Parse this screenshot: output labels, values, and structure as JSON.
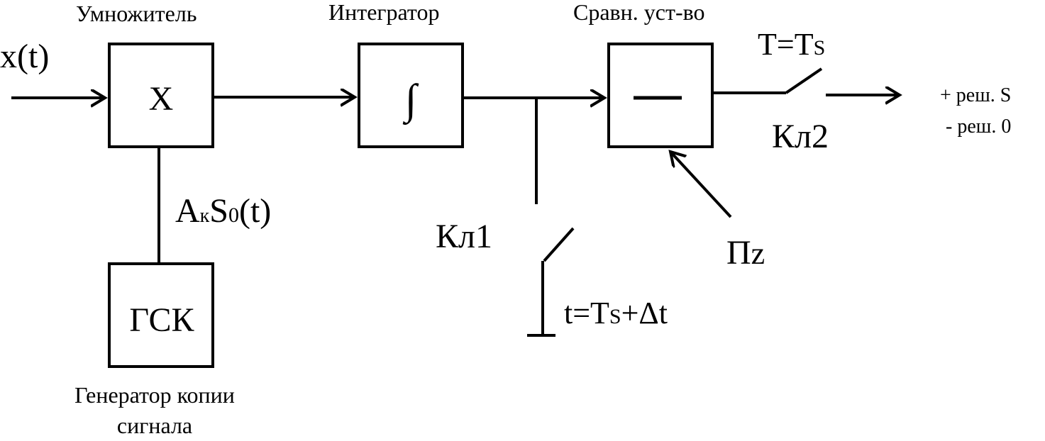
{
  "blocks": {
    "multiplier": {
      "title": "Умножитель",
      "symbol": "X"
    },
    "integrator": {
      "title": "Интегратор",
      "symbol": "∫"
    },
    "comparator": {
      "title": "Сравн. уст-во",
      "symbol": "—"
    },
    "generator": {
      "symbol": "ГСК",
      "caption_line1": "Генератор копии",
      "caption_line2": "сигнала"
    }
  },
  "signals": {
    "input": "x(t)",
    "reference": {
      "a": "A",
      "a_sub": "к",
      "s": "S",
      "s_sub": "0",
      "tail": "(t)"
    },
    "threshold": {
      "main": "П",
      "sub": "z"
    }
  },
  "switches": {
    "kl1": {
      "label": "Кл1",
      "cond_pre": "t=T",
      "cond_sub": "S",
      "cond_post": "+Δt"
    },
    "kl2": {
      "label": "Кл2",
      "cond_pre": "T=T",
      "cond_sub": "S"
    }
  },
  "decisions": {
    "plus": "+ реш. S",
    "minus": "- реш. 0"
  }
}
